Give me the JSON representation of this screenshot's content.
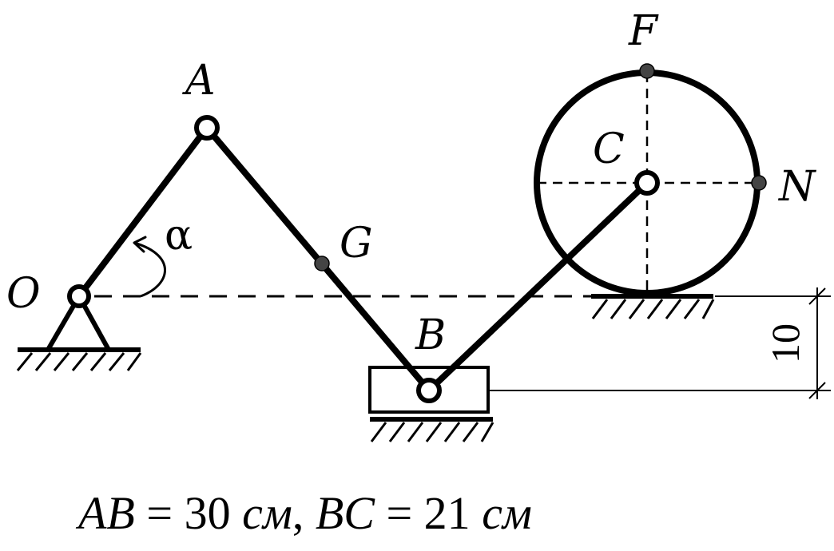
{
  "labels": {
    "O": "O",
    "A": "A",
    "G": "G",
    "B": "B",
    "C": "C",
    "F": "F",
    "N": "N",
    "alpha": "α"
  },
  "dimension": {
    "value": "10"
  },
  "caption": {
    "ab_name": "AB",
    "ab_eq": " = 30 ",
    "ab_unit": "см",
    "sep": ", ",
    "bc_name": "BC",
    "bc_eq": " = 21 ",
    "bc_unit": "см"
  }
}
